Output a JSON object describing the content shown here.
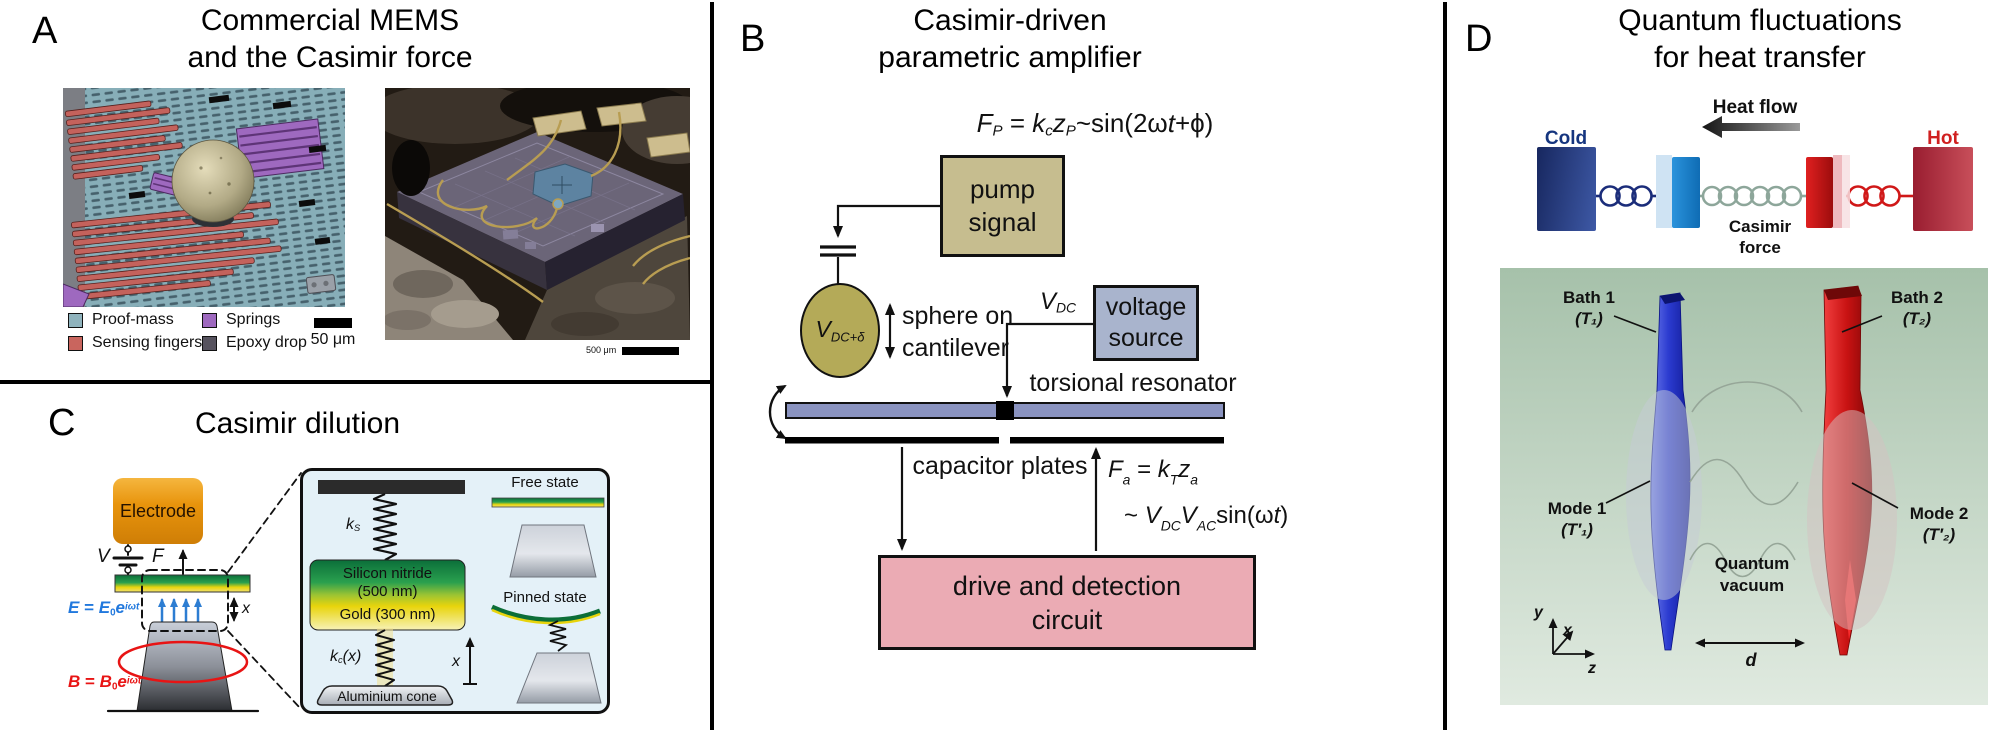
{
  "panel_a": {
    "label": "A",
    "title_line1": "Commercial MEMS",
    "title_line2": "and the Casimir force",
    "legend": {
      "proof_mass": "Proof-mass",
      "sensing_fingers": "Sensing fingers",
      "springs": "Springs",
      "epoxy_drop": "Epoxy drop"
    },
    "scale_bar_left": "50 μm",
    "scale_bar_right": "500 μm",
    "colors": {
      "proof_mass": "#8fb3bd",
      "sensing_fingers": "#c9655e",
      "springs": "#9e69bf",
      "epoxy_drop": "#56525e"
    }
  },
  "panel_b": {
    "label": "B",
    "title_line1": "Casimir-driven",
    "title_line2": "parametric amplifier",
    "pump_equation": {
      "F": "F",
      "F_sub": "P",
      "equals": " = ",
      "k": "k",
      "k_sub": "c",
      "z": "z",
      "z_sub": "P",
      "mid": "~sin(2ω",
      "t": "t",
      "end": "+ϕ)"
    },
    "pump_box_line1": "pump",
    "pump_box_line2": "signal",
    "sphere": {
      "V": "V",
      "V_sub": "DC+δ"
    },
    "sphere_caption_line1": "sphere on",
    "sphere_caption_line2": "cantilever",
    "vdc": {
      "V": "V",
      "V_sub": "DC"
    },
    "voltage_box_line1": "voltage",
    "voltage_box_line2": "source",
    "torsional_label": "torsional resonator",
    "plates_label": "capacitor plates",
    "fa_equation": {
      "F": "F",
      "F_sub": "a",
      "equals": " = ",
      "k": "k",
      "k_sub": "T",
      "z": "z",
      "z_sub": "a",
      "tilde": "~ ",
      "V1": "V",
      "V1_sub": "DC",
      "V2": "V",
      "V2_sub": "AC",
      "sin": "sin(ω",
      "t": "t",
      "end": ")"
    },
    "drive_box_line1": "drive and detection",
    "drive_box_line2": "circuit",
    "colors": {
      "pump_box": "#c6bd8f",
      "sphere": "#b4aa58",
      "voltage_box": "#a9b4cd",
      "resonator": "#8a93c0",
      "drive_box": "#ebabb4"
    }
  },
  "panel_c": {
    "label": "C",
    "title": "Casimir dilution",
    "electrode": "Electrode",
    "v_label": "V",
    "f_label": "F",
    "e_equation": {
      "lhs": "E",
      "equals": " = ",
      "base": "E",
      "sub": "0",
      "e": "e",
      "sup": "iωt"
    },
    "b_equation": {
      "lhs": "B",
      "equals": " = ",
      "base": "B",
      "sub": "0",
      "e": "e",
      "sup": "iωt"
    },
    "x_label": "x",
    "inset": {
      "ks": {
        "k": "k",
        "sub": "S"
      },
      "kc": {
        "k": "k",
        "sub": "c",
        "arg": "(x)"
      },
      "sin_line1": "Silicon nitride",
      "sin_line2": "(500 nm)",
      "gold": "Gold (300 nm)",
      "cone": "Aluminium cone",
      "x_label": "x",
      "free_state": "Free state",
      "pinned_state": "Pinned state"
    },
    "colors": {
      "electrode": "#e8960c",
      "e_field": "#2178dd",
      "b_field": "#e81414",
      "inset_bg": "#e4f1f8"
    }
  },
  "panel_d": {
    "label": "D",
    "title_line1": "Quantum fluctuations",
    "title_line2": "for heat transfer",
    "heat_flow": "Heat flow",
    "cold": "Cold",
    "hot": "Hot",
    "casimir_line1": "Casimir",
    "casimir_line2": "force",
    "bath1_line1": "Bath 1",
    "bath1_line2": "(T₁)",
    "bath2_line1": "Bath 2",
    "bath2_line2": "(T₂)",
    "mode1_line1": "Mode 1",
    "mode1_line2": "(T′₁)",
    "mode2_line1": "Mode 2",
    "mode2_line2": "(T′₂)",
    "quantum_line1": "Quantum",
    "quantum_line2": "vacuum",
    "distance": "d",
    "axis_x": "x",
    "axis_y": "y",
    "axis_z": "z",
    "colors": {
      "cold": "#1b2d6b",
      "hot": "#c01f32",
      "scene_bg": "#a6c1aa"
    }
  }
}
